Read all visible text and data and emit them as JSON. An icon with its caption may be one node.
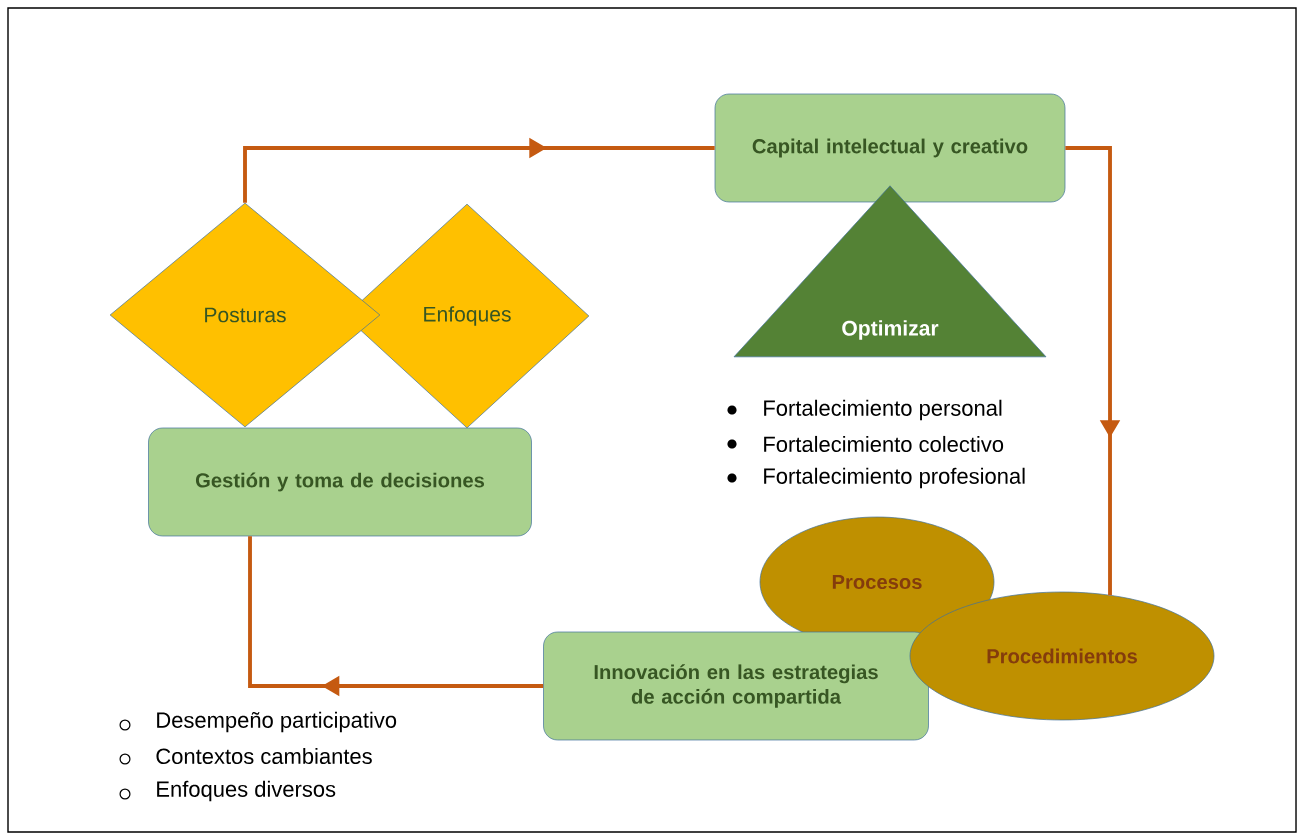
{
  "diagram": {
    "nodes": [
      {
        "text": [
          "Capital intelectual y creativo"
        ]
      },
      {
        "text": [
          "Posturas"
        ]
      },
      {
        "text": [
          "Enfoques"
        ]
      },
      {
        "text": [
          "Optimizar"
        ]
      },
      {
        "text": [
          "Gestión y toma de decisiones"
        ]
      },
      {
        "text": [
          "Procesos"
        ]
      },
      {
        "text": [
          "Procedimientos"
        ]
      },
      {
        "text": [
          "Innovación en las estrategias de acción compartida"
        ]
      }
    ],
    "edges": [
      {
        "from": 1,
        "to": 0,
        "arrow": "to"
      },
      {
        "from": 0,
        "to": 6,
        "arrow": "to"
      },
      {
        "from": 7,
        "to": 4,
        "arrow": "to"
      }
    ],
    "labels": [
      "Fortalecimiento personal",
      "Fortalecimiento colectivo",
      "Fortalecimiento profesional",
      "Desempeño participativo",
      "Contextos cambiantes",
      "Enfoques diversos"
    ]
  }
}
